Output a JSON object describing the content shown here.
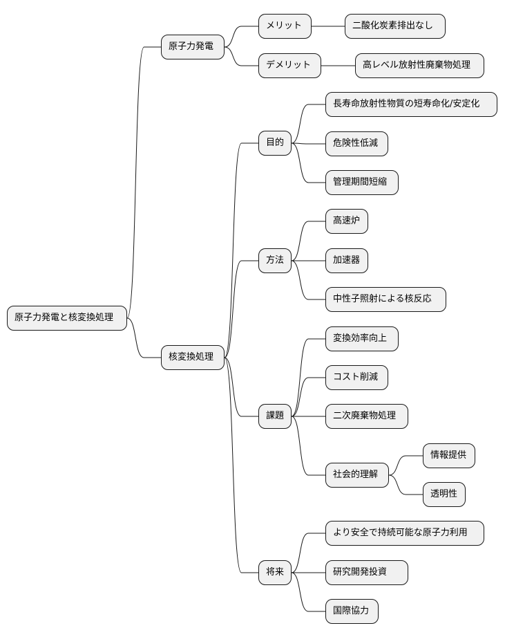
{
  "root": "原子力発電と核変換処理",
  "nuclear_power": {
    "label": "原子力発電",
    "merit": {
      "label": "メリット",
      "item": "二酸化炭素排出なし"
    },
    "demerit": {
      "label": "デメリット",
      "item": "高レベル放射性廃棄物処理"
    }
  },
  "transmutation": {
    "label": "核変換処理",
    "purpose": {
      "label": "目的",
      "items": [
        "長寿命放射性物質の短寿命化/安定化",
        "危険性低減",
        "管理期間短縮"
      ]
    },
    "method": {
      "label": "方法",
      "items": [
        "高速炉",
        "加速器",
        "中性子照射による核反応"
      ]
    },
    "issues": {
      "label": "課題",
      "items": [
        "変換効率向上",
        "コスト削減",
        "二次廃棄物処理"
      ],
      "social": {
        "label": "社会的理解",
        "items": [
          "情報提供",
          "透明性"
        ]
      }
    },
    "future": {
      "label": "将来",
      "items": [
        "より安全で持続可能な原子力利用",
        "研究開発投資",
        "国際協力"
      ]
    }
  }
}
